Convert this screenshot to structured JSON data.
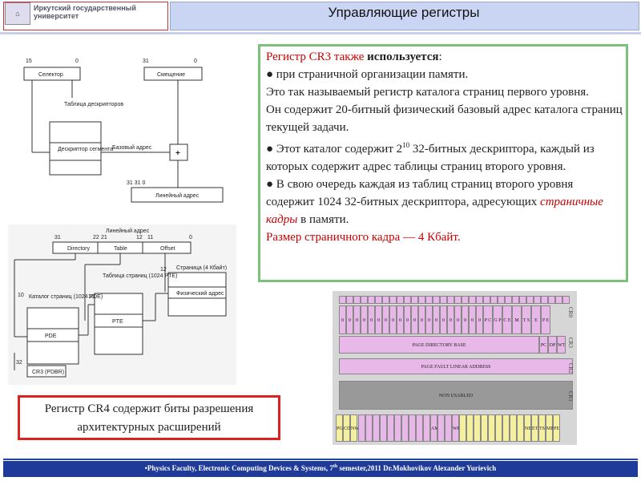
{
  "header": {
    "logo_text": "Иркутский государственный университет",
    "title": "Управляющие регистры"
  },
  "green_box": {
    "line1_pre": "Регистр CR3 также ",
    "line1_bold": "используется",
    "line1_post": ":",
    "line2": "● при страничной организации памяти.",
    "line3": "Это так называемый регистр каталога страниц первого уровня.",
    "line4": "Он содержит 20-битный физический базовый адрес каталога страниц текущей задачи.",
    "line5_pre": "● Этот каталог содержит 2",
    "line5_sup": "10",
    "line5_post": " 32-битных дескриптора, каждый из которых содержит адрес таблицы страниц второго уровня.",
    "line6_pre": "● В свою очередь каждая из таблиц страниц второго уровня содержит 1024 32-битных дескриптора, адресующих ",
    "line6_it": "страничные кадры",
    "line6_post": " в памяти.",
    "line7": "Размер страничного кадра — 4 Кбайт."
  },
  "red_box": {
    "text": "Регистр CR4 содержит биты разрешения архитектурных расширений"
  },
  "diagram1": {
    "bit15": "15",
    "bit0a": "0",
    "bit31": "31",
    "bit0b": "0",
    "selector": "Селектор",
    "offset": "Смещение",
    "table_label": "Таблица дескрипторов",
    "descriptor": "Дескриптор сегмента",
    "base_addr": "Базовый адрес",
    "plus": "+",
    "bits_bottom": "31 31 0",
    "linear": "Линейный адрес"
  },
  "diagram2": {
    "linear": "Линейный адрес",
    "b31": "31",
    "b22": "22",
    "b21": "21",
    "b12": "12",
    "b11": "11",
    "b0": "0",
    "directory": "Directory",
    "table": "Table",
    "offset": "Offset",
    "n10a": "10",
    "n10b": "10",
    "n12": "12",
    "n32": "32",
    "page": "Страница (4 Кбайт)",
    "pt_label": "Таблица страниц (1024 PTE)",
    "phys": "Физический адрес",
    "pd_label": "Каталог страниц (1024 PDE)",
    "pde": "PDE",
    "pte": "PTE",
    "cr3": "CR3 (PDBR)"
  },
  "registers": {
    "cr0_flags": [
      "P",
      "C",
      "G",
      "P",
      "C",
      "E",
      "M",
      "P",
      "T",
      "S",
      "E",
      "M",
      "P",
      "E"
    ],
    "row0_zeros": "0",
    "cr1_flags": [
      "P",
      "C",
      "D",
      "P",
      "W",
      "T"
    ],
    "page_dir_base": "PAGE DIRECTORY BASE",
    "page_fault": "PAGE FAULT LINEAR ADDRESS",
    "non_usabled": "NON USABLED",
    "cr_labels": [
      "CR0",
      "CR3",
      "CR2",
      "CR1"
    ],
    "cr4_flags_left": [
      "P",
      "G",
      "C",
      "D",
      "N",
      "W"
    ],
    "cr4_mid": [
      "A",
      "M",
      "W",
      "P"
    ],
    "cr4_right": [
      "N",
      "E",
      "E",
      "T",
      "T",
      "S",
      "M",
      "P",
      "P",
      "E"
    ]
  },
  "footer": {
    "text_pre": "•Physics Faculty, Electronic Computing Devices & Systems, 7",
    "text_sup": "th",
    "text_post": " semester,2011 Dr.Mokhovikov Alexander Yurievich"
  },
  "colors": {
    "title_bg": "#c9d5f2",
    "green_border": "#7cc07c",
    "red_border": "#d22222",
    "footer_bg": "#1f3b9a",
    "register_pink": "#e8b8e8",
    "register_yellow": "#f4f0a0"
  }
}
